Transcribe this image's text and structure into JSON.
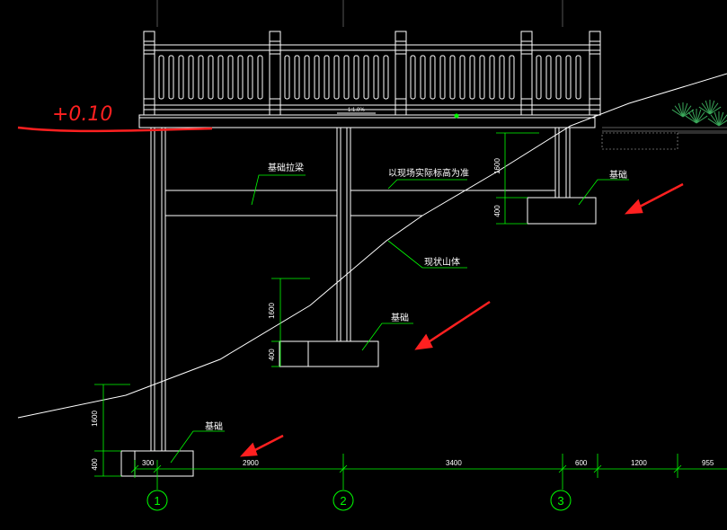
{
  "colors": {
    "background": "#000000",
    "structure": "#ffffff",
    "dimension": "#00ff00",
    "grid": "#707070",
    "annotation": "#ff2020"
  },
  "handwritten_elevation": "+0.10",
  "labels": {
    "tie_beam": "基础拉梁",
    "site_note": "以现场实际标高为准",
    "slope": "现状山体",
    "foundation_1": "基础",
    "foundation_2": "基础",
    "foundation_3": "基础",
    "slab_note": "1:1.0%"
  },
  "dimensions": {
    "vertical": {
      "left_1600": "1600",
      "left_400": "400",
      "mid_1600": "1600",
      "mid_400": "400",
      "right_1600": "1600",
      "right_400": "400"
    },
    "horizontal": {
      "d300": "300",
      "d2900": "2900",
      "d3400": "3400",
      "d600": "600",
      "d1200": "1200",
      "d955": "955"
    }
  },
  "axes": [
    "1",
    "2",
    "3"
  ],
  "icons": {
    "arrows": "red-arrow-icon",
    "vegetation": "shrub-icon"
  }
}
